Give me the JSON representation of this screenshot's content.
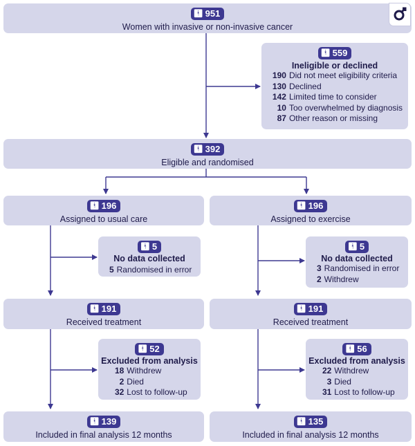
{
  "top": {
    "count": "951",
    "label": "Women with invasive or non-invasive cancer"
  },
  "ineligible": {
    "count": "559",
    "title": "Ineligible or declined",
    "rows": [
      {
        "n": "190",
        "text": "Did not meet eligibility criteria"
      },
      {
        "n": "130",
        "text": "Declined"
      },
      {
        "n": "142",
        "text": "Limited time to consider"
      },
      {
        "n": "10",
        "text": "Too overwhelmed by diagnosis"
      },
      {
        "n": "87",
        "text": "Other reason or missing"
      }
    ]
  },
  "eligible": {
    "count": "392",
    "label": "Eligible and randomised"
  },
  "usual_care": {
    "assigned": {
      "count": "196",
      "label": "Assigned to usual care"
    },
    "no_data": {
      "count": "5",
      "title": "No data collected",
      "rows": [
        {
          "n": "5",
          "text": "Randomised in error"
        }
      ]
    },
    "received": {
      "count": "191",
      "label": "Received treatment"
    },
    "excluded": {
      "count": "52",
      "title": "Excluded from analysis",
      "rows": [
        {
          "n": "18",
          "text": "Withdrew"
        },
        {
          "n": "2",
          "text": "Died"
        },
        {
          "n": "32",
          "text": "Lost to follow-up"
        }
      ]
    },
    "included": {
      "count": "139",
      "label": "Included in final analysis 12 months"
    }
  },
  "exercise": {
    "assigned": {
      "count": "196",
      "label": "Assigned to exercise"
    },
    "no_data": {
      "count": "5",
      "title": "No data collected",
      "rows": [
        {
          "n": "3",
          "text": "Randomised in error"
        },
        {
          "n": "2",
          "text": "Withdrew"
        }
      ]
    },
    "received": {
      "count": "191",
      "label": "Received treatment"
    },
    "excluded": {
      "count": "56",
      "title": "Excluded from analysis",
      "rows": [
        {
          "n": "22",
          "text": "Withdrew"
        },
        {
          "n": "3",
          "text": "Died"
        },
        {
          "n": "31",
          "text": "Lost to follow-up"
        }
      ]
    },
    "included": {
      "count": "135",
      "label": "Included in final analysis 12 months"
    }
  },
  "icons": {
    "person": "person-icon",
    "logo": "female-symbol-icon"
  },
  "colors": {
    "box": "#d5d6ea",
    "badge": "#3d3891",
    "line": "#3d3891",
    "text": "#1f1b4a"
  }
}
